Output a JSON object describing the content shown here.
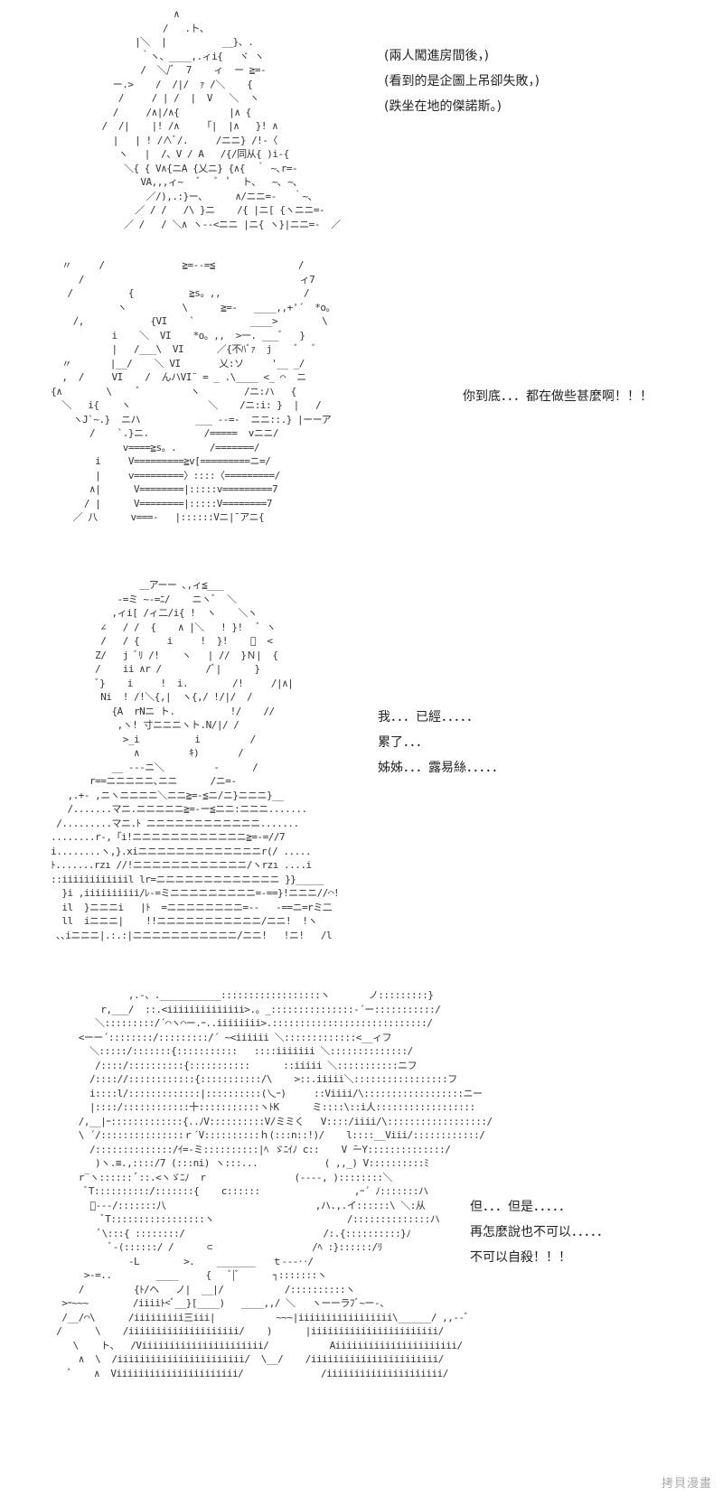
{
  "panels": [
    {
      "art": [
        "                 ∧",
        "               /   .ト、",
        "          |＼  |          __}、.",
        "           ｀ヽ、____,.ィi{   ヾ ヽ",
        "           /  ＼/ﾞ  7    ィ  ー ≧=-",
        "      ー.>    /  /|/  ｧ /＼    {",
        "       /     / | /  |  V   ＼  ヽ",
        "      /     /∧|/∧{         |∧ {",
        "    /  /|    |! /∧     ｢|  |∧   }! ∧",
        "      |   | ! /∧ﾞ/.     /ニニ} /!-〈",
        "       ヽ   |  /、V / A   /{/同从{ )i-{",
        "        ＼{ { V∧{ニA {乂ニ} {∧{  ｀ ~､r=-",
        "           VA,,,ィ~   ﾞ   ﾞ  ﾟ  ト、  ~､ ~､",
        "            ／/),.:}ー、     ∧/ニニ=-   ｀~､",
        "          ／ / /   /\\ }ニ    /{ |ニ[ {ヽニニ=-",
        "        ／ /   / ＼∧ ヽ--<ニニ |ニ{ ヽ}|ニニ=-  ／"
      ],
      "captions": [
        "(兩人闖進房間後，)",
        "(看到的是企圖上吊卻失敗，)",
        "(跌坐在地的傑諾斯。)"
      ]
    },
    {
      "art": [
        "   〃     /              ≧=--=≦               /",
        "      /                                       ィ7",
        "    /          {          ≧s。,,               /",
        "             ヽ          \\      ≧=-   ____,,+'´  *o。",
        "     /,            {VI    `          ____>        \\",
        "            i    ＼  VI    *o。,,  >一. ___ﾞ   }",
        "            |   /___\\  VI      ／{不ﾊﾞｧ  j    ﾞ   ﾞ",
        "   〃       |__/    ＼ VI       乂:ソ     '__ _/",
        "   ,  /     VI    /  んハVI¨ = _ .\\____ <_ ⌒  ニ",
        " {∧        \\     ﾞ         ヽ        /ニ:ハ   {",
        "   ＼   i{    ヽ              ＼    /ニ:i: }  |   /",
        "     ヽJ`~.}  ニハ          ___ --=-  ニニ::.} |ーーア",
        "        /    `.}ニ.          /=====  vニニ/",
        "              v====≧s。.      /=======/",
        "         i     V=========≧v[=========ニ=/",
        "         |     v=========〉::::〈=========/",
        "        ∧|      V========|:::::v=========7",
        "       / |      V========|:::::V========7",
        "     ／ 八      v===-   |::::::Vニ|¯アニ{"
      ],
      "captions": [
        "你到底．．．都在做些甚麼啊！！！"
      ]
    },
    {
      "art": [
        "                 ＿アーー ､,ィ≦___",
        "             -=ミ ~-=ﾆ/    ニヽﾞ  ＼",
        "            ,ィi[ /ィ二/i{ !  ヽ    ＼ヽ",
        "          ∠   / /  {    ∧ |＼   ! }!   ﾞ ヽ",
        "          /   / {     i     !  }!    ﾞ  <",
        "         Z/   j ﾞﾘ /!    ヽ   | //  }Ｎ|  {",
        "         /    ii ∧r /        /ﾞ|      }",
        "         ﾞ}    i     !  i.        /!     /|∧|",
        "          Ni  ! /!＼{,|  ヽ{,/ !/|/  /",
        "            {A  rNニ ト.          !/    //",
        "             ,ヽ! 寸ニニニヽト.N/|/ /",
        "              >_i          i         /",
        "                ∧         ｷ)       /",
        "            __ ---ニ＼         -      /",
        "        r==ニニニニニ､ニニ      /ニ=-",
        "    ,.+- ,ニヽニニニニ＼ニニ≧=-≦ニ/ニ}ニニニ}__",
        "    /.......マニ.ニニニニニ≧=-ー≦ニニ:ニニニ.......",
        "  /.........マニ.ﾄ ニニニニニニニニニニニニ.......",
        " ........r-,「i!ニニニニニニニニニニニニ≧=-=//7",
        " i........ヽ,}.xiニニニニニニニニニニニニニr(/ .....",
        " ﾄ.......rzı //!ニニニニニニニニニニニニ/ヽrzı ....i",
        " ::iiiiiiiiiiiil lr=ニニニニニニニニニニニニニ }}_____",
        "   }i ,iiiiiiiiii/ﾚ-=ミニニニニニニニニニ=-==}!ニニニ//⌒!",
        "   il  }ニニニi   |ﾄ  =ニニニニニニニニ=--   -==ニ=rミ二",
        "   ll  iニニニ|    !!ニニニニニニニニニニニ/ニニ!  !ヽ",
        "  ､､iニニニ|.:.:|ニニニニニニニニニニニ/ニニ!   !ニ!   /l"
      ],
      "captions": [
        "我．．．已經．．．．．",
        "累了．．．",
        "姊姊．．．露易絲．．．．．"
      ]
    },
    {
      "art": [
        "               ,.-、.___________::::::::::::::::::ヽ       ノ:::::::::}",
        "          r,___/  ::.<iiiiiiiiiiiiii>.。_:::::::::::::::-´ー:::::::::::/",
        "         ＼:::::::::/´⌒ヽ⌒ー.ｰ..iiiiiiii>.::::::::::::::::::::::::::::/",
        "      <ーー´::::::::/:::::::::/´ ~<iiiiii ＼:::::::::::::<__ィフ",
        "        ＼:::::/:::::::{:::::::::::   ::::iiiiiii ＼::::::::::::::/",
        "         /::::/::::::::::{:::::::::::      ::iiiii ＼:::::::::::ニフ",
        "        /:::://::::::::::::{:::::::::::/\\    >::.iiiii＼:::::::::::::::::フ",
        "        i::::l/:::::::::::::|::::::::::(乀ｰ)     ::Viiii/\\::::::::::::::::::ニー",
        "        |::::/::::::::::::十:::::::::::ヽﾄK      ミ::::\\::i人::::::::::::::::::",
        "      /,__|ｰ:::::::::::::{..ﾉV::::::::::V/ミミく   V::::/iiii/\\::::::::::::::::::/",
        "      \\ ´/:::::::::::::::ｒ´V::::::::::ｈ(:::n::!)/    l::::__Viii/::::::::::::/",
        "        /::::::::::::::/ｲ=-ミ::::::::::|ﾍ ゞﾆｲﾉ c::    V ̄ーY::::::::::::::/",
        "         )ヽ.≡.,::::/7 (:::ni) ヽ:::...            ( ,,_) V::::::::::ﾐ",
        "      r‾ヽ:::::: ﾞ::.<ヽゞﾆﾉ  r                (----, )::::::::＼",
        "       ﾞT::::::::::/:::::::{    c::::::                 ,ｰ´ ﾉ:::::::ハ",
        "        ﾞ---/:::::::八                           ,ハ.,.イ::::::\\ ＼:从",
        "          ﾞT:::::::::::::::::ヽ                        /::::::::::::::ハ",
        "          ﾞ\\:::{ ::::::::/                         /:.{::::::::::}ﾉ",
        "            ﾞ-(::::::/ /      ⊂                  /ﾍ :}::::::/ﾘ",
        "               -L        >.    _______   ｔ---‥/",
        "       >-=..        ____     {   ﾞ|ﾞ      ┐:::::::ヽ",
        "      /         {ﾄ/ヘ   ノ|  __|/           /::::::::::ヽ",
        "   >ｰ~~~        /iiiiﾄ<ﾞ__}[____)   ____,,/ ＼   ヽーーラﾌﾞ~ー-、",
        "   /__/⌒\\      /iiiiiiiii三iii|           ~~~|iiiiiiiiiiiiiiiii\\______/ ,,--ﾞ",
        "  /      \\    /iiiiiiiiiiiiiiiiiiii/    )      |iiiiiiiiiiiiiiiiiiiiiii/",
        "     \\    ト、  /Viiiiiiiiiiiiiiiiiiiiii/           Aiiiiiiiiiiiiiiiiiiiiii/",
        "      ∧  \\  /iiiiiiiiiiiiiiiiiiiiiii/  \\__/    /iiiiiiiiiiiiiiiiiiiiiii/",
        "    ﾞ    ∧  Viiiiiiiiiiiiiiiiiiiiii/              /iiiiiiiiiiiiiiiiiiiii/"
      ],
      "captions": [
        "但．．．但是．．．．．",
        "再怎麼說也不可以．．．．．",
        "不可以自殺！！！"
      ]
    }
  ],
  "watermark": "拷貝漫畫"
}
